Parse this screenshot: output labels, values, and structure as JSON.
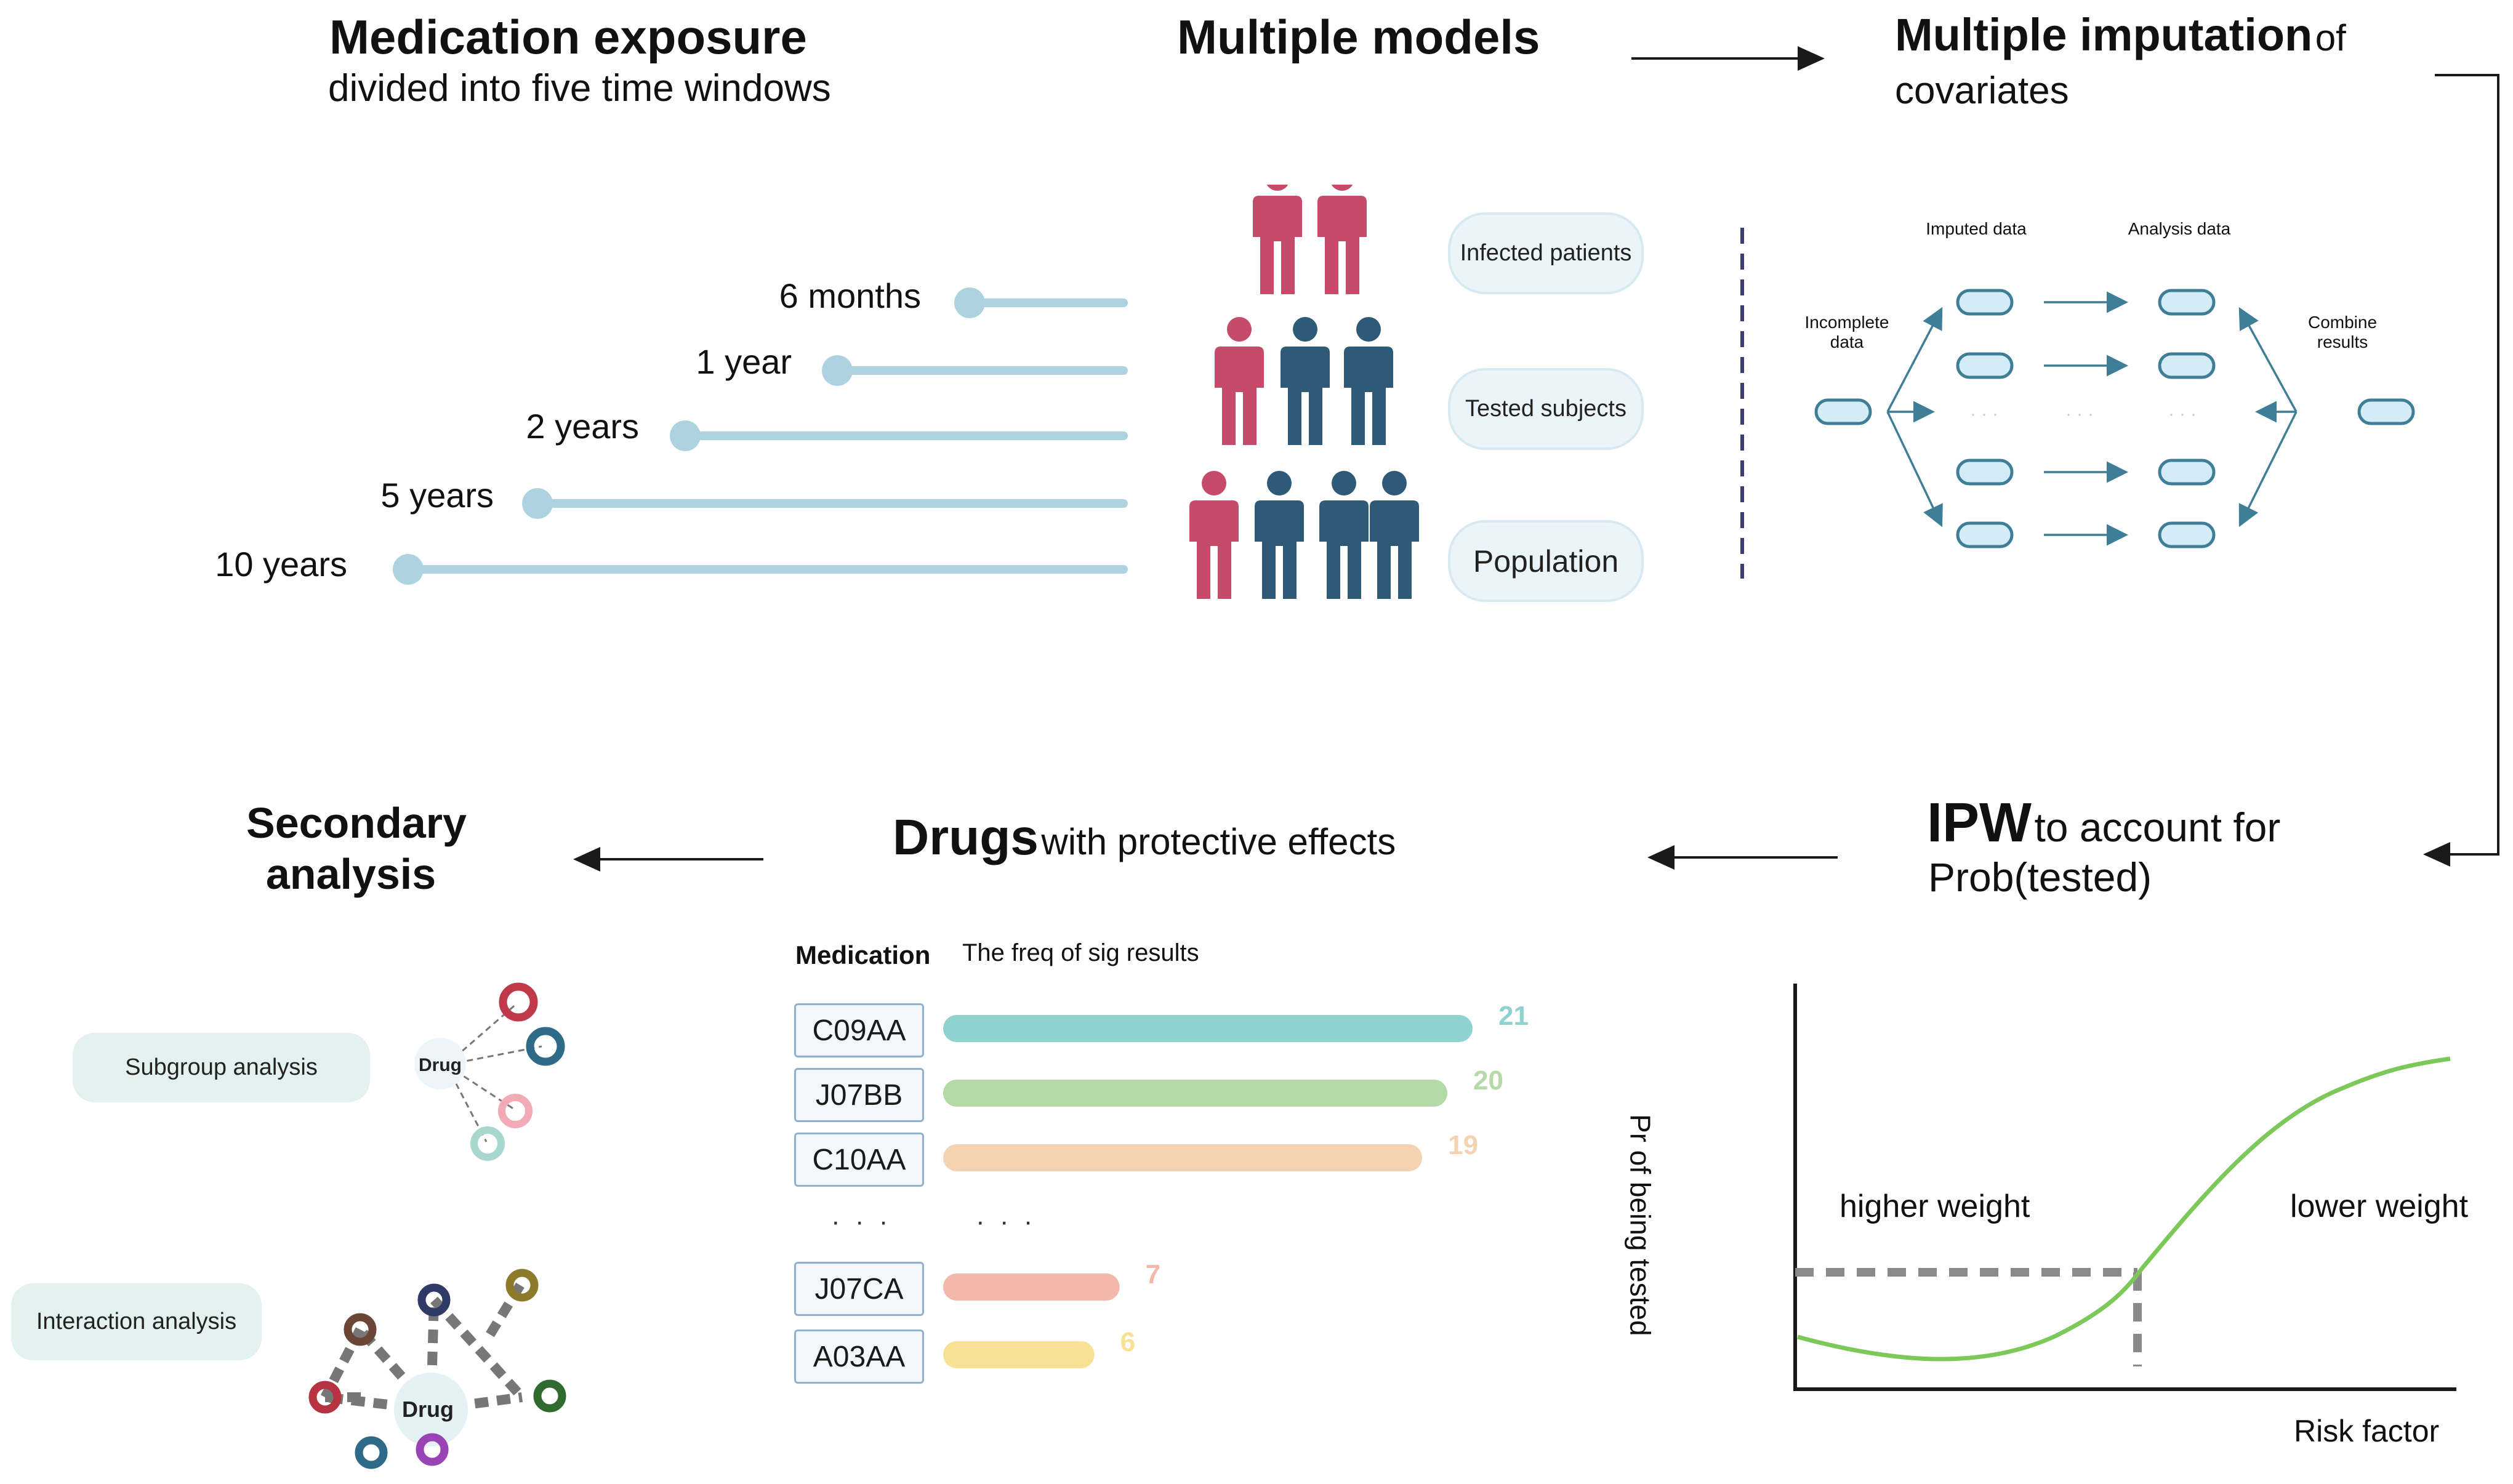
{
  "sections": {
    "medication_exposure": {
      "title": "Medication exposure",
      "subtitle": "divided into five time windows",
      "windows": [
        "6 months",
        "1 year",
        "2 years",
        "5 years",
        "10 years"
      ]
    },
    "multiple_models": {
      "title": "Multiple models",
      "groups": [
        "Infected patients",
        "Tested subjects",
        "Population"
      ]
    },
    "multiple_imputation": {
      "title": "Multiple imputation",
      "title_suffix": "of",
      "subtitle": "covariates",
      "labels": {
        "incomplete": "Incomplete data",
        "imputed": "Imputed data",
        "analysis": "Analysis data",
        "combine": "Combine results"
      }
    },
    "ipw": {
      "title": "IPW",
      "title_suffix": "to account for",
      "subtitle": "Prob(tested)",
      "y_label": "Pr of being tested",
      "x_label": "Risk factor",
      "left_note": "higher weight",
      "right_note": "lower weight"
    },
    "drugs": {
      "title": "Drugs",
      "title_suffix": "with protective effects",
      "col_medication": "Medication",
      "col_freq": "The freq of sig results",
      "ellipsis": "· · ·"
    },
    "secondary": {
      "title_line1": "Secondary",
      "title_line2": "analysis",
      "subgroup": "Subgroup analysis",
      "interaction": "Interaction analysis",
      "drug_label": "Drug"
    }
  },
  "chart_data": {
    "type": "bar",
    "categories": [
      "C09AA",
      "J07BB",
      "C10AA",
      "J07CA",
      "A03AA"
    ],
    "values": [
      21,
      20,
      19,
      7,
      6
    ],
    "colors": [
      "#8fd3d1",
      "#b5d9a7",
      "#f3d3b1",
      "#f4b8aa",
      "#f8e095"
    ],
    "orientation": "horizontal"
  },
  "colors": {
    "timeline": "#aed3e0",
    "person_red": "#c44b6a",
    "person_blue": "#2e5a77",
    "curve": "#7cc95a",
    "pill_fill": "#d3ecf5",
    "pill_stroke": "#3f7e97"
  }
}
